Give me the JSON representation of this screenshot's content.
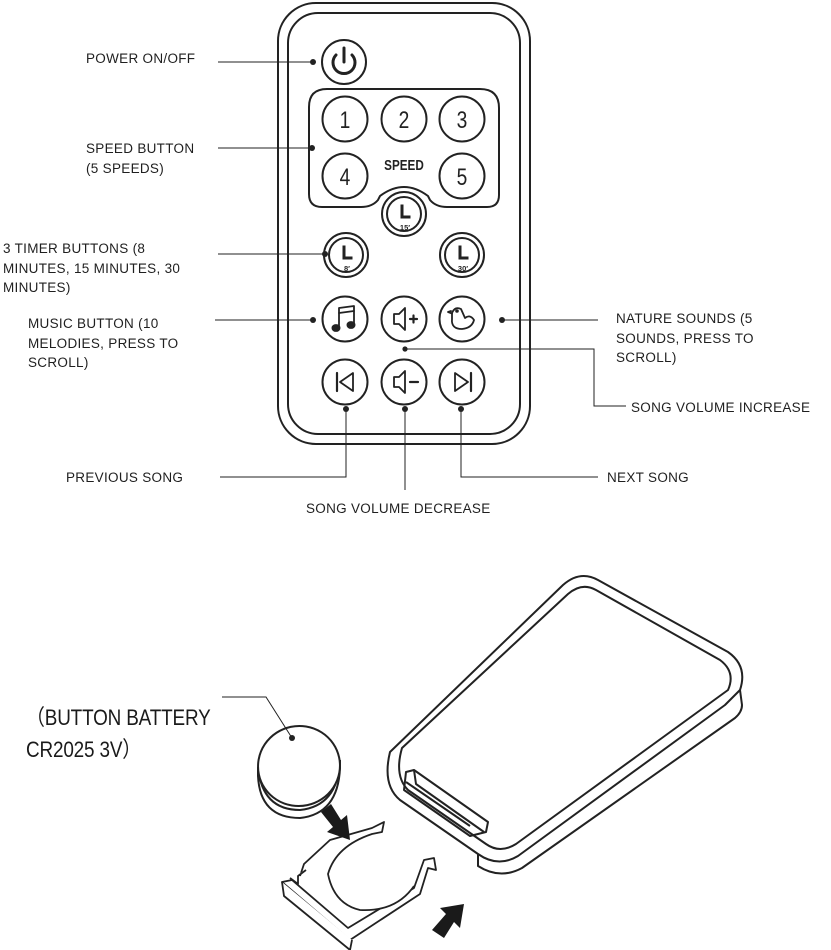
{
  "remote": {
    "speed_label": "SPEED",
    "speed_buttons": [
      "1",
      "2",
      "3",
      "4",
      "5"
    ],
    "timer_buttons": [
      {
        "name": "timer-15-button",
        "text": "15′"
      },
      {
        "name": "timer-8-button",
        "text": "8′"
      },
      {
        "name": "timer-30-button",
        "text": "30′"
      }
    ],
    "icons": {
      "power": "power-icon",
      "music": "music-note-icon",
      "volume_up": "volume-up-icon",
      "nature": "bird-icon",
      "previous": "previous-track-icon",
      "volume_down": "volume-down-icon",
      "next": "next-track-icon",
      "timer": "clock-icon"
    }
  },
  "labels": {
    "power": "POWER ON/OFF",
    "speed": "SPEED BUTTON\n(5 SPEEDS)",
    "timer": "3 TIMER BUTTONS (8\nMINUTES, 15 MINUTES, 30\nMINUTES)",
    "music": "MUSIC BUTTON (10\nMELODIES, PRESS TO\nSCROLL)",
    "nature": "NATURE SOUNDS (5\nSOUNDS, PRESS TO\nSCROLL)",
    "volume_increase": "SONG VOLUME INCREASE",
    "previous": "PREVIOUS SONG",
    "next": "NEXT SONG",
    "volume_decrease": "SONG VOLUME DECREASE"
  },
  "battery": {
    "label": "（BUTTON BATTERY\nCR2025 3V）"
  }
}
